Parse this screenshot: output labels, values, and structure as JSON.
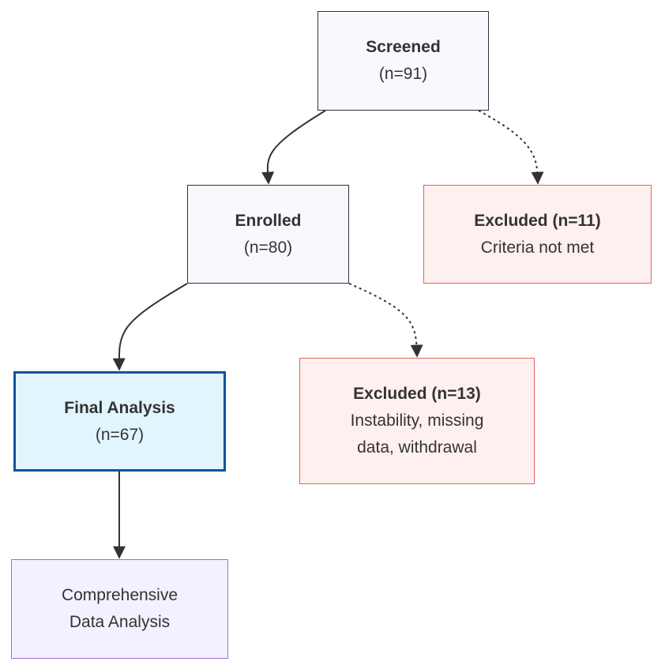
{
  "nodes": {
    "screened": {
      "title": "Screened",
      "count": "(n=91)"
    },
    "excluded_first": {
      "title": "Excluded (n=11)",
      "reason": "Criteria not met"
    },
    "enrolled": {
      "title": "Enrolled",
      "count": "(n=80)"
    },
    "excluded_second": {
      "title": "Excluded (n=13)",
      "reason_line1": "Instability, missing",
      "reason_line2": "data, withdrawal"
    },
    "final_analysis": {
      "title": "Final Analysis",
      "count": "(n=67)"
    },
    "comprehensive": {
      "line1": "Comprehensive",
      "line2": "Data Analysis"
    }
  },
  "colors": {
    "text": "#333333",
    "line": "#333333",
    "neutral_fill": "#f8f8ff",
    "excluded_fill": "#fff0f0",
    "excluded_border": "#e06666",
    "final_fill": "#e1f5fe",
    "final_border": "#01579b",
    "analysis_fill": "#f3f1ff",
    "analysis_border": "#9b6fdc"
  }
}
